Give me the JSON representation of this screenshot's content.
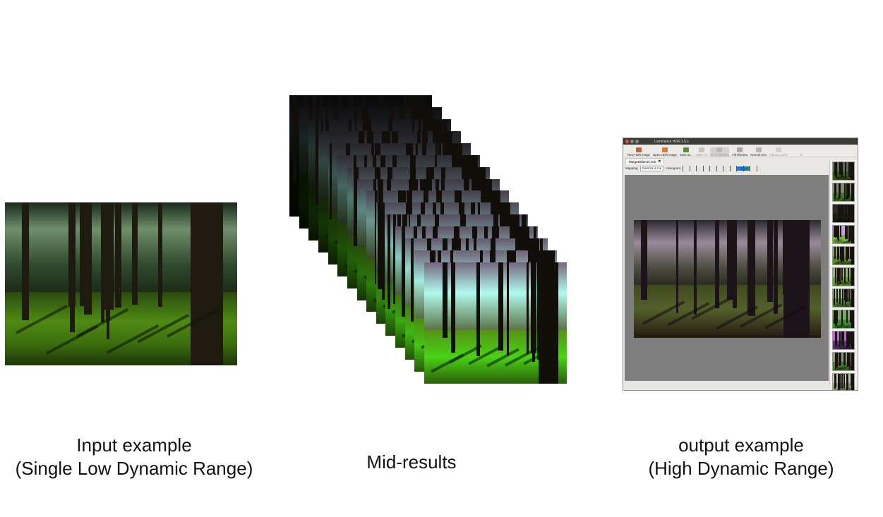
{
  "captions": {
    "input_line1": "Input example",
    "input_line2": "(Single Low Dynamic Range)",
    "mid": "Mid-results",
    "output_line1": "output example",
    "output_line2": "(High Dynamic Range)"
  },
  "app": {
    "title": "Luminance HDR 2.5.1",
    "toolbar": {
      "new_hdr": "New HDR image",
      "open_hdr": "Open HDR image",
      "save_as": "Save as...",
      "save_all": "Save All",
      "fit_window": "Fit in Window",
      "fill_window": "Fill Window",
      "normal_size": "Normal size",
      "adjust_levels": "Adjust Levels",
      "more": "»"
    },
    "tab": {
      "label": "MergeDebevec.hdr",
      "close": "✖"
    },
    "options": {
      "mapping_label": "Mapping:",
      "mapping_value": "Gamma 2.2",
      "histogram_label": "Histogram:"
    }
  },
  "colors": {
    "titlebar": "#3c3b37",
    "viewport": "#7e7e7e",
    "close_dot": "#e2543c",
    "min_dot": "#8a8a8a"
  }
}
